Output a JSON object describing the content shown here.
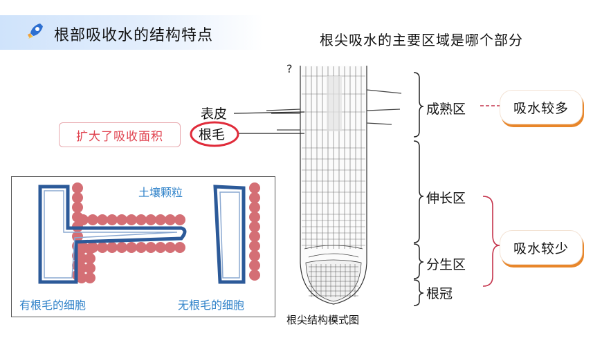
{
  "header": {
    "title": "根部吸收水的结构特点",
    "icon": "rocket-icon"
  },
  "question": "根尖吸水的主要区域是哪个部分",
  "diagram": {
    "question_mark": "?",
    "labels": {
      "epidermis": "表皮",
      "root_hair": "根毛"
    },
    "zones": {
      "maturation": "成熟区",
      "elongation": "伸长区",
      "meristem": "分生区",
      "root_cap": "根冠"
    },
    "caption": "根尖结构模式图"
  },
  "callouts": {
    "expand_area": "扩大了吸收面积",
    "absorb_more": "吸水较多",
    "absorb_less": "吸水较少"
  },
  "inset": {
    "soil_particles": "土壤颗粒",
    "with_root_hair": "有根毛的细胞",
    "without_root_hair": "无根毛的细胞"
  },
  "colors": {
    "header_bg": "#cfe3fb",
    "accent_orange": "#e8862a",
    "highlight_red": "#e02b3a",
    "brace_red": "#c4324a",
    "callout_pink": "#e0424f",
    "inset_blue": "#2f82c9",
    "soil_red": "#c9474f"
  }
}
